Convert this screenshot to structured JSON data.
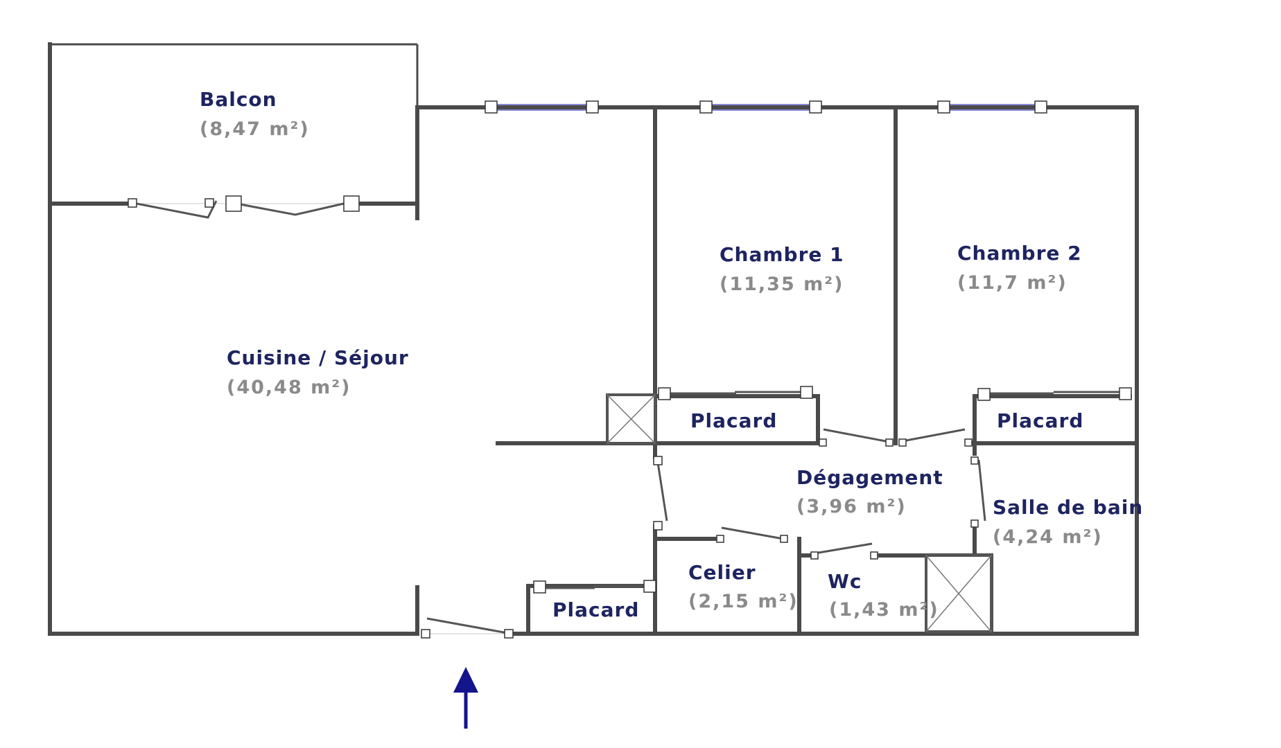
{
  "rooms": [
    {
      "id": "balcon",
      "name": "Balcon",
      "area": "(8,47 m²)"
    },
    {
      "id": "cuisine-sejour",
      "name": "Cuisine / Séjour",
      "area": "(40,48 m²)"
    },
    {
      "id": "chambre-1",
      "name": "Chambre 1",
      "area": "(11,35 m²)"
    },
    {
      "id": "chambre-2",
      "name": "Chambre 2",
      "area": "(11,7 m²)"
    },
    {
      "id": "placard-1",
      "name": "Placard",
      "area": ""
    },
    {
      "id": "placard-2",
      "name": "Placard",
      "area": ""
    },
    {
      "id": "placard-3",
      "name": "Placard",
      "area": ""
    },
    {
      "id": "degagement",
      "name": "Dégagement",
      "area": "(3,96 m²)"
    },
    {
      "id": "salle-de-bain",
      "name": "Salle de bain",
      "area": "(4,24 m²)"
    },
    {
      "id": "celier",
      "name": "Celier",
      "area": "(2,15 m²)"
    },
    {
      "id": "wc",
      "name": "Wc",
      "area": "(1,43 m²)"
    }
  ],
  "entrance": {
    "icon": "entrance-arrow-icon",
    "color": "#14148c"
  },
  "colors": {
    "walls": "#4a4a4a",
    "room_names": "#1e2460",
    "room_areas": "#8a8a8a",
    "windows": "#8a8ad8"
  }
}
